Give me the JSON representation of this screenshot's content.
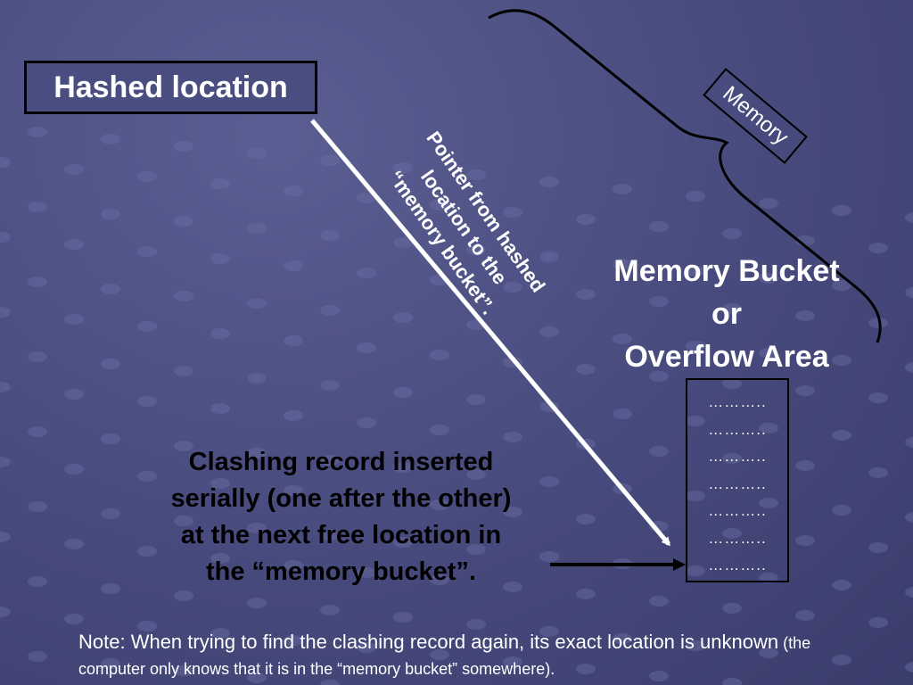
{
  "hashed_location": "Hashed location",
  "pointer_label": {
    "line1": "Pointer from hashed",
    "line2": "location to the",
    "line3": "“memory bucket”."
  },
  "memory_tag": "Memory",
  "bucket_title": {
    "line1": "Memory Bucket",
    "line2": "or",
    "line3": "Overflow Area"
  },
  "bucket_slots": [
    "………..",
    "………..",
    "………..",
    "………..",
    "………..",
    "………..",
    "……….."
  ],
  "clash_text": {
    "line1": "Clashing record inserted",
    "line2": "serially (one after the other)",
    "line3": "at the next free location in",
    "line4": "the “memory bucket”."
  },
  "note": {
    "main": "Note: When trying to find the clashing record again, its exact location is unknown",
    "small": " (the computer only knows that it is in the “memory bucket” somewhere)."
  },
  "colors": {
    "background": "#474a7c",
    "box_border": "#000000",
    "pointer_arrow": "#ffffff",
    "insert_arrow": "#000000"
  }
}
